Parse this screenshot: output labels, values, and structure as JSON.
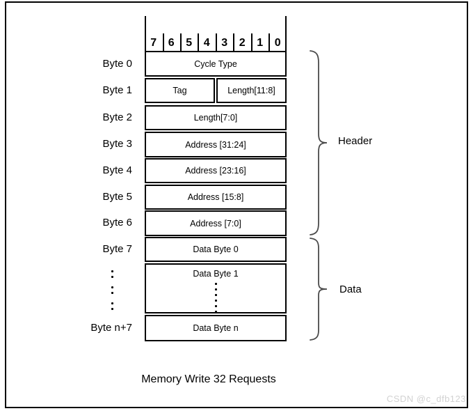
{
  "figure": {
    "bits": [
      "7",
      "6",
      "5",
      "4",
      "3",
      "2",
      "1",
      "0"
    ],
    "rows": [
      {
        "byte": "Byte 0",
        "cells": [
          "Cycle Type"
        ]
      },
      {
        "byte": "Byte 1",
        "cells": [
          "Tag",
          "Length[11:8]"
        ]
      },
      {
        "byte": "Byte 2",
        "cells": [
          "Length[7:0]"
        ]
      },
      {
        "byte": "Byte 3",
        "cells": [
          "Address [31:24]"
        ]
      },
      {
        "byte": "Byte 4",
        "cells": [
          "Address [23:16]"
        ]
      },
      {
        "byte": "Byte 5",
        "cells": [
          "Address [15:8]"
        ]
      },
      {
        "byte": "Byte 6",
        "cells": [
          "Address [7:0]"
        ]
      },
      {
        "byte": "Byte 7",
        "cells": [
          "Data Byte 0"
        ]
      },
      {
        "byte": "",
        "cells": [
          "Data Byte 1"
        ]
      },
      {
        "byte": "Byte n+7",
        "cells": [
          "Data Byte n"
        ]
      }
    ],
    "braces": {
      "header_label": "Header",
      "data_label": "Data"
    },
    "caption": "Memory Write 32 Requests",
    "watermark": "CSDN @c_dfb123",
    "colors": {
      "line": "#000000",
      "brace": "#4a4a4a",
      "watermark": "#d2d2d2"
    }
  }
}
